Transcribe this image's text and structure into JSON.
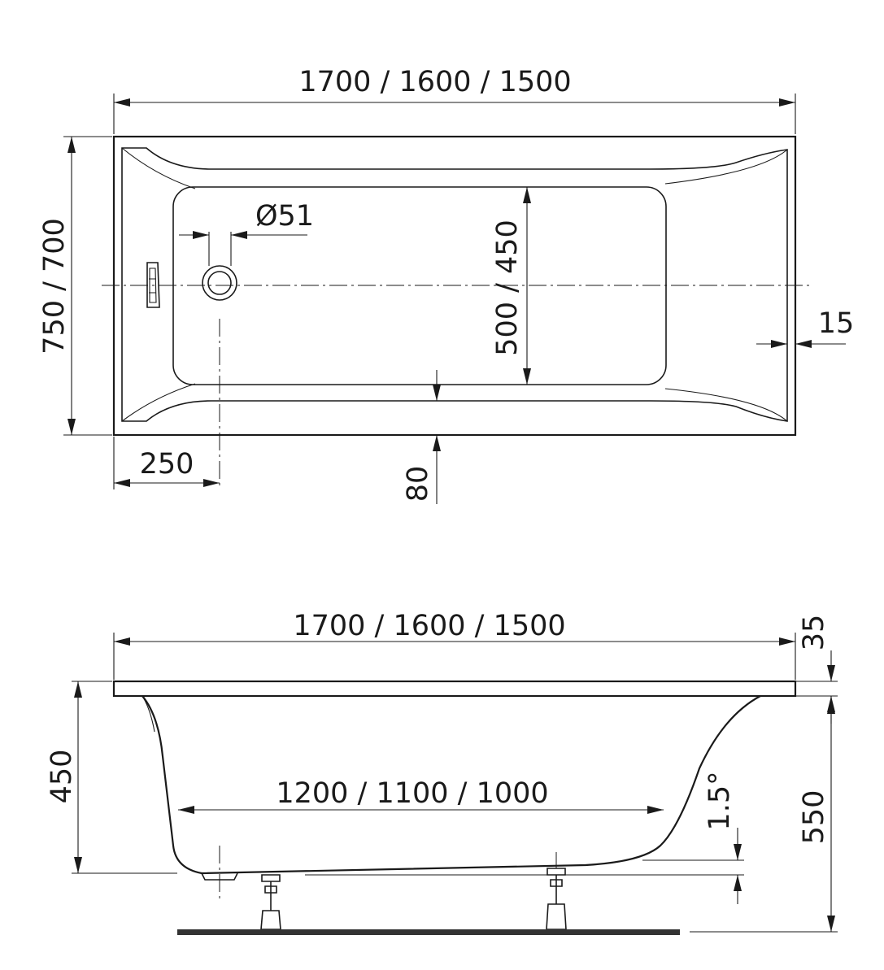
{
  "dimensions": {
    "top_length": "1700 / 1600 / 1500",
    "top_width": "750 / 700",
    "drain_diameter": "Ø51",
    "inner_width": "500 / 450",
    "rim_edge": "15",
    "drain_offset": "250",
    "rim_bottom": "80",
    "side_length": "1700 / 1600 / 1500",
    "rim_thickness": "35",
    "depth": "450",
    "bottom_length": "1200 / 1100 / 1000",
    "slope": "1.5°",
    "total_height": "550"
  },
  "colors": {
    "line": "#1a1a1a",
    "floor": "#333333",
    "background": "#ffffff"
  }
}
